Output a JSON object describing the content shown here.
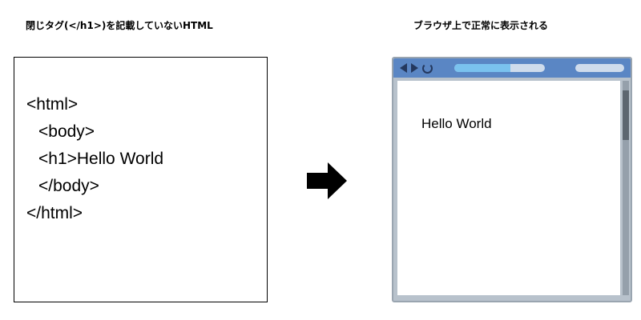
{
  "captions": {
    "left": "閉じタグ(</h1>)を記載していないHTML",
    "right": "ブラウザ上で正常に表示される"
  },
  "code_lines": [
    "<html>",
    "<body>",
    "<h1>Hello World",
    "</body>",
    "</html>"
  ],
  "browser": {
    "content_text": "Hello World",
    "address_bar_fill_fraction": 0.62,
    "toolbar_color": "#5a86c4",
    "frame_color": "#b8c2cc"
  },
  "icons": {
    "arrow": "right-arrow-icon",
    "back": "back-arrow-icon",
    "forward": "forward-arrow-icon",
    "reload": "reload-icon"
  }
}
